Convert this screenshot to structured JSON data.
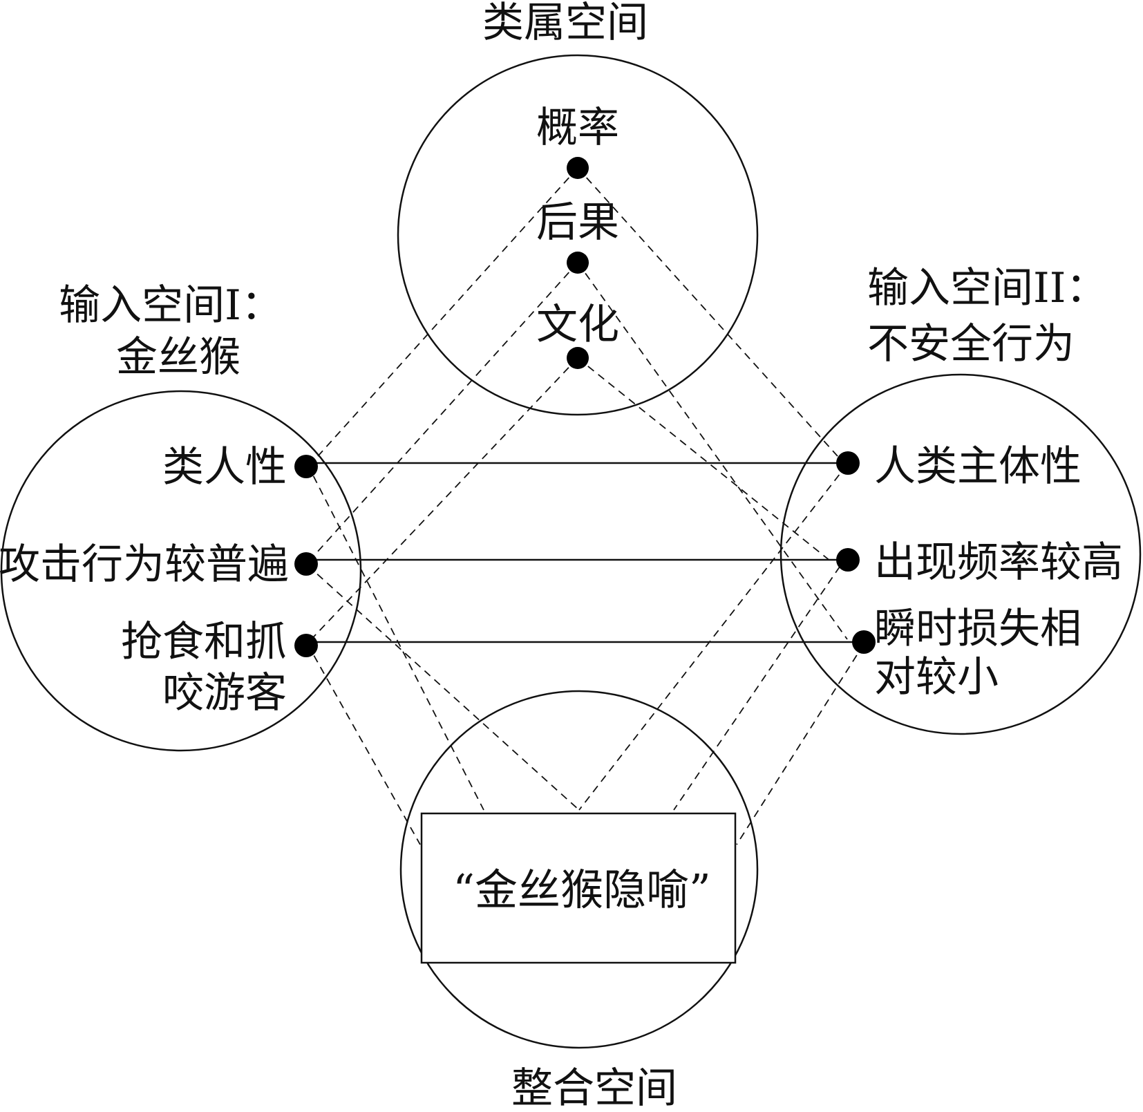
{
  "generic_space": {
    "title": "类属空间",
    "items": [
      "概率",
      "后果",
      "文化"
    ]
  },
  "input_space_1": {
    "title_line1": "输入空间I：",
    "title_line2": "金丝猴",
    "items": [
      "类人性",
      "攻击行为较普遍",
      "抢食和抓",
      "咬游客"
    ]
  },
  "input_space_2": {
    "title_line1": "输入空间II：",
    "title_line2": "不安全行为",
    "items": [
      "人类主体性",
      "出现频率较高",
      "瞬时损失相",
      "对较小"
    ]
  },
  "blended_space": {
    "title": "整合空间",
    "label": "“金丝猴隐喻”"
  }
}
